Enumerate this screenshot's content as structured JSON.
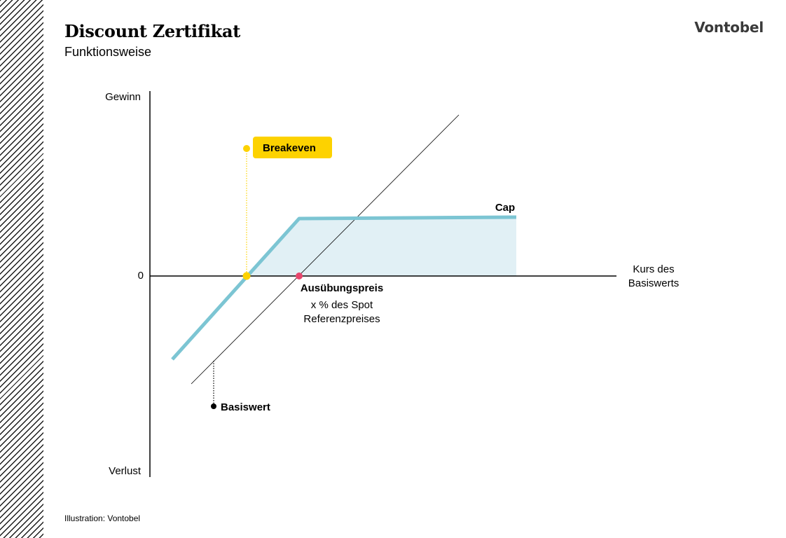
{
  "header": {
    "title": "Discount Zertifikat",
    "subtitle": "Funktionsweise",
    "logo": "Vontobel"
  },
  "footer": {
    "credit": "Illustration: Vontobel"
  },
  "diagram": {
    "y_axis_top_label": "Gewinn",
    "y_axis_bottom_label": "Verlust",
    "zero_label": "0",
    "x_axis_label_line1": "Kurs des",
    "x_axis_label_line2": "Basiswerts",
    "breakeven_label": "Breakeven",
    "cap_label": "Cap",
    "strike_label": "Ausübungspreis",
    "strike_note_line1": "x % des Spot",
    "strike_note_line2": "Referenzpreises",
    "underlying_label": "Basiswert",
    "colors": {
      "payoff_line": "#7cc5d3",
      "payoff_area": "#e1f0f5",
      "breakeven": "#fdd200",
      "strike_dot": "#e8466d",
      "axis": "#000000"
    }
  }
}
